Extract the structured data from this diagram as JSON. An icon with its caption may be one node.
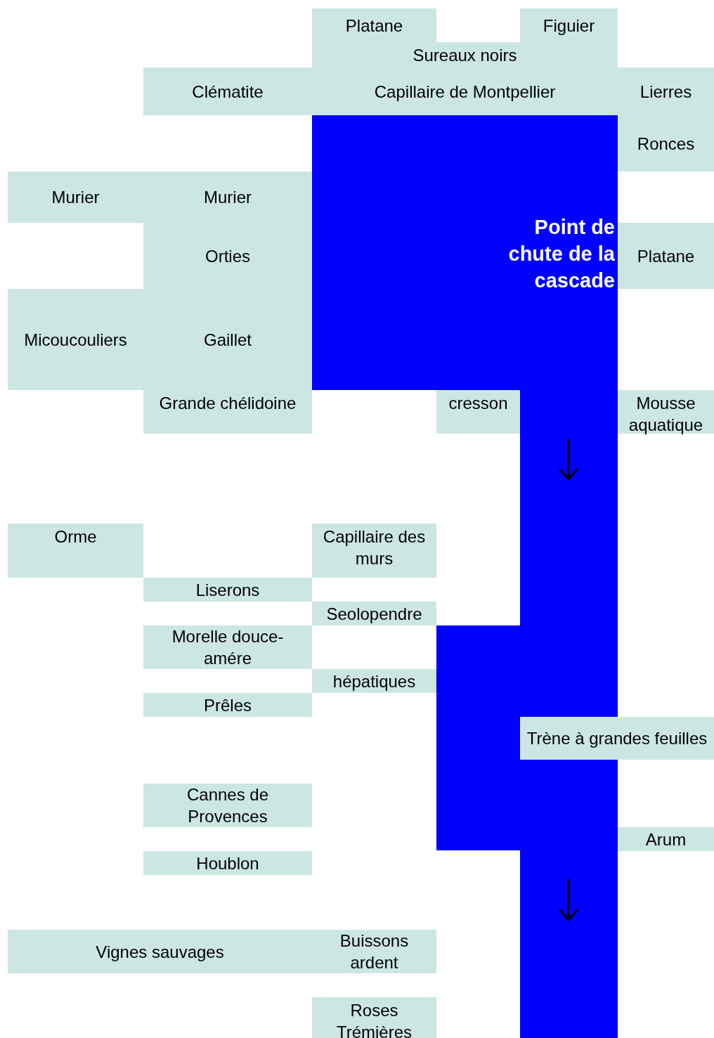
{
  "diagram": {
    "nodes": [
      {
        "text": [
          "Platane"
        ]
      },
      {
        "text": [
          "Figuier"
        ]
      },
      {
        "text": [
          "Sureaux noirs"
        ]
      },
      {
        "text": [
          "Clématite"
        ]
      },
      {
        "text": [
          "Capillaire de Montpellier"
        ]
      },
      {
        "text": [
          "Lierres"
        ]
      },
      {
        "text": [
          "Ronces"
        ]
      },
      {
        "text": [
          "Murier"
        ]
      },
      {
        "text": [
          "Murier"
        ]
      },
      {
        "text": [
          "Orties"
        ]
      },
      {
        "text": [
          "Point de chute de la cascade"
        ]
      },
      {
        "text": [
          "Platane"
        ]
      },
      {
        "text": [
          "Micoucouliers"
        ]
      },
      {
        "text": [
          "Gaillet"
        ]
      },
      {
        "text": [
          "Grande chélidoine"
        ]
      },
      {
        "text": [
          "cresson"
        ]
      },
      {
        "text": [
          "Mousse aquatique"
        ]
      },
      {
        "text": [
          "Orme"
        ]
      },
      {
        "text": [
          "Capillaire des murs"
        ]
      },
      {
        "text": [
          "Liserons"
        ]
      },
      {
        "text": [
          "Seolopendre"
        ]
      },
      {
        "text": [
          "Morelle douce-amére"
        ]
      },
      {
        "text": [
          "hépatiques"
        ]
      },
      {
        "text": [
          "Prêles"
        ]
      },
      {
        "text": [
          "Trène à grandes feuilles"
        ]
      },
      {
        "text": [
          "Cannes de Provences"
        ]
      },
      {
        "text": [
          "Arum"
        ]
      },
      {
        "text": [
          "Houblon"
        ]
      },
      {
        "text": [
          "Vignes sauvages"
        ]
      },
      {
        "text": [
          "Buissons ardent"
        ]
      },
      {
        "text": [
          "Roses Trémières"
        ]
      }
    ]
  }
}
